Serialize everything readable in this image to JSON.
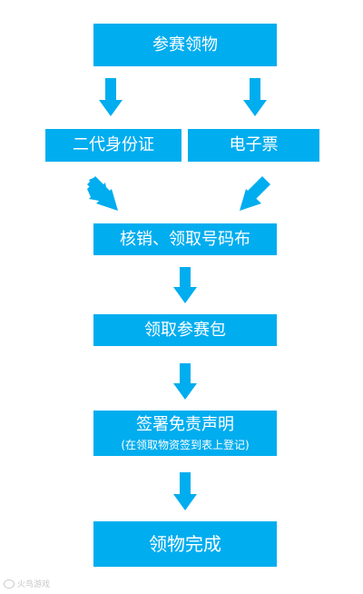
{
  "boxes": {
    "collect": "参赛领物",
    "id_card": "二代身份证",
    "e_ticket": "电子票",
    "verify": "核销、领取号码布",
    "race_pack": "领取参赛包",
    "waiver_main": "签署免责声明",
    "waiver_sub": "(在领取物资签到表上登记)",
    "done": "领物完成"
  },
  "watermark": "火鸟游戏",
  "colors": {
    "box_fill": "#00adef",
    "box_text": "#ffffff",
    "arrow": "#00adef"
  },
  "icons": {
    "arrow": "down-arrow-icon",
    "diagonal_arrow": "diagonal-arrow-icon"
  }
}
